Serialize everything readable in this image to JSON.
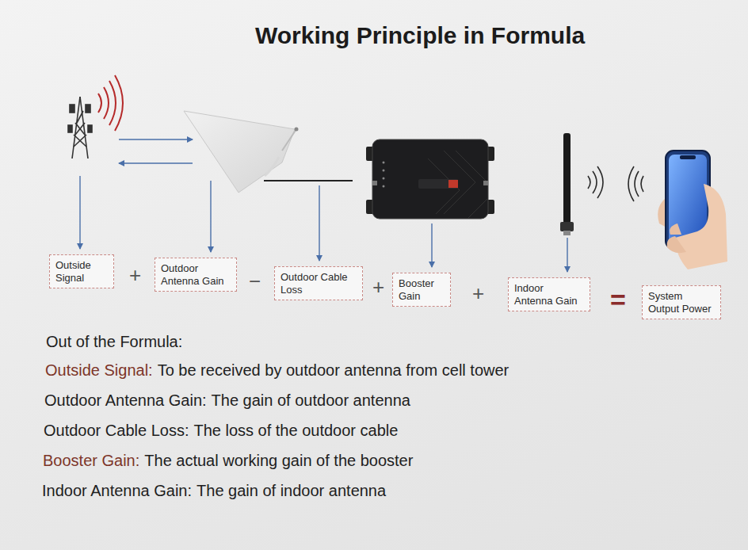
{
  "diagram": {
    "title": "Working Principle in Formula",
    "nodes": [
      {
        "text": [
          "Outside Signal"
        ]
      },
      {
        "text": [
          "Outdoor Antenna Gain"
        ]
      },
      {
        "text": [
          "Outdoor Cable Loss"
        ]
      },
      {
        "text": [
          "Booster Gain"
        ]
      },
      {
        "text": [
          "Indoor Antenna Gain"
        ]
      },
      {
        "text": [
          "System Output Power"
        ]
      }
    ],
    "labels": [
      "+",
      "−",
      "+",
      "+",
      "=",
      "Out of the Formula:",
      "Outside Signal:",
      "To be received by outdoor antenna from cell tower",
      "Outdoor Antenna Gain:",
      "The gain of outdoor antenna",
      "Outdoor Cable Loss:",
      "The loss of the outdoor cable",
      "Booster Gain:",
      "The actual working gain of the booster",
      "Indoor Antenna Gain:",
      "The gain of indoor antenna"
    ]
  }
}
